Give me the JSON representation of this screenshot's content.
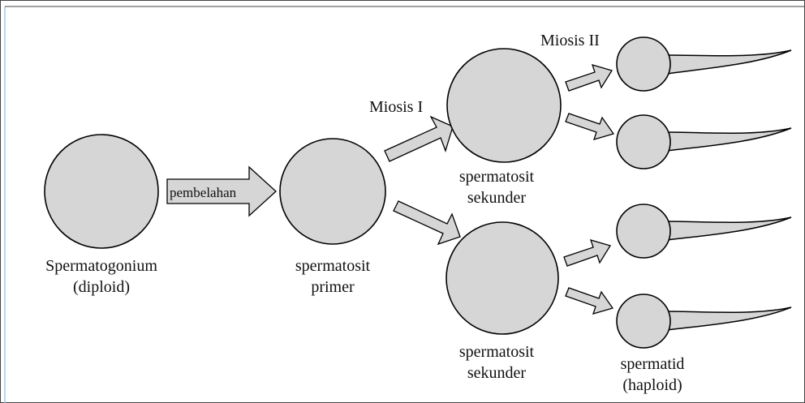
{
  "labels": {
    "spermatogonium": "Spermatogonium",
    "diploid": "(diploid)",
    "division": "pembelahan",
    "primary_1": "spermatosit",
    "primary_2": "primer",
    "meiosis_1": "Miosis I",
    "meiosis_2": "Miosis II",
    "secondary_top_1": "spermatosit",
    "secondary_top_2": "sekunder",
    "secondary_bottom_1": "spermatosit",
    "secondary_bottom_2": "sekunder",
    "spermatid": "spermatid",
    "haploid": "(haploid)"
  },
  "colors": {
    "cell_fill": "#d6d6d6",
    "outline": "#000000",
    "frame": "#444444",
    "side_accent": "#9ecde8"
  }
}
